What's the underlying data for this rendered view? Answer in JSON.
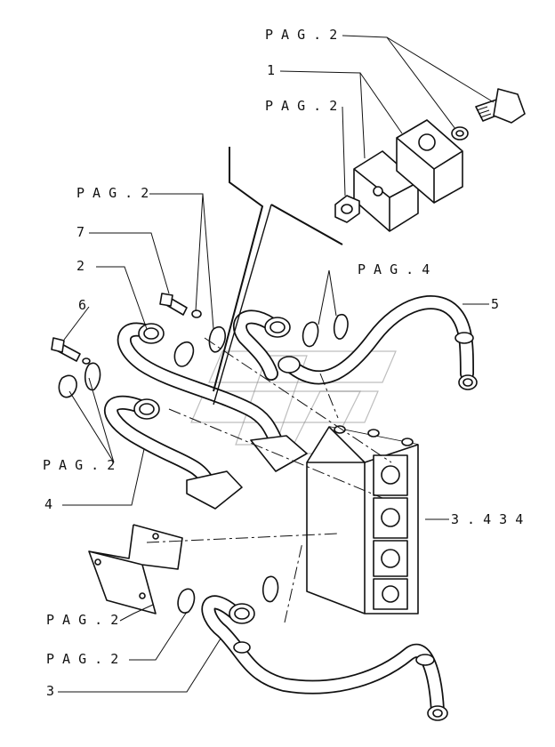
{
  "labels": {
    "pag2_top": "P A G . 2",
    "num1": "1",
    "pag2_mid": "P A G . 2",
    "pag2_left": "P A G . 2",
    "num7": "7",
    "pag4": "P A G . 4",
    "num2": "2",
    "num5": "5",
    "num6": "6",
    "pag2_lower": "P A G . 2",
    "num4": "4",
    "ref3434": "3 . 4 3 4",
    "pag2_bracket": "P A G . 2",
    "pag2_bottom": "P A G . 2",
    "num3": "3"
  }
}
